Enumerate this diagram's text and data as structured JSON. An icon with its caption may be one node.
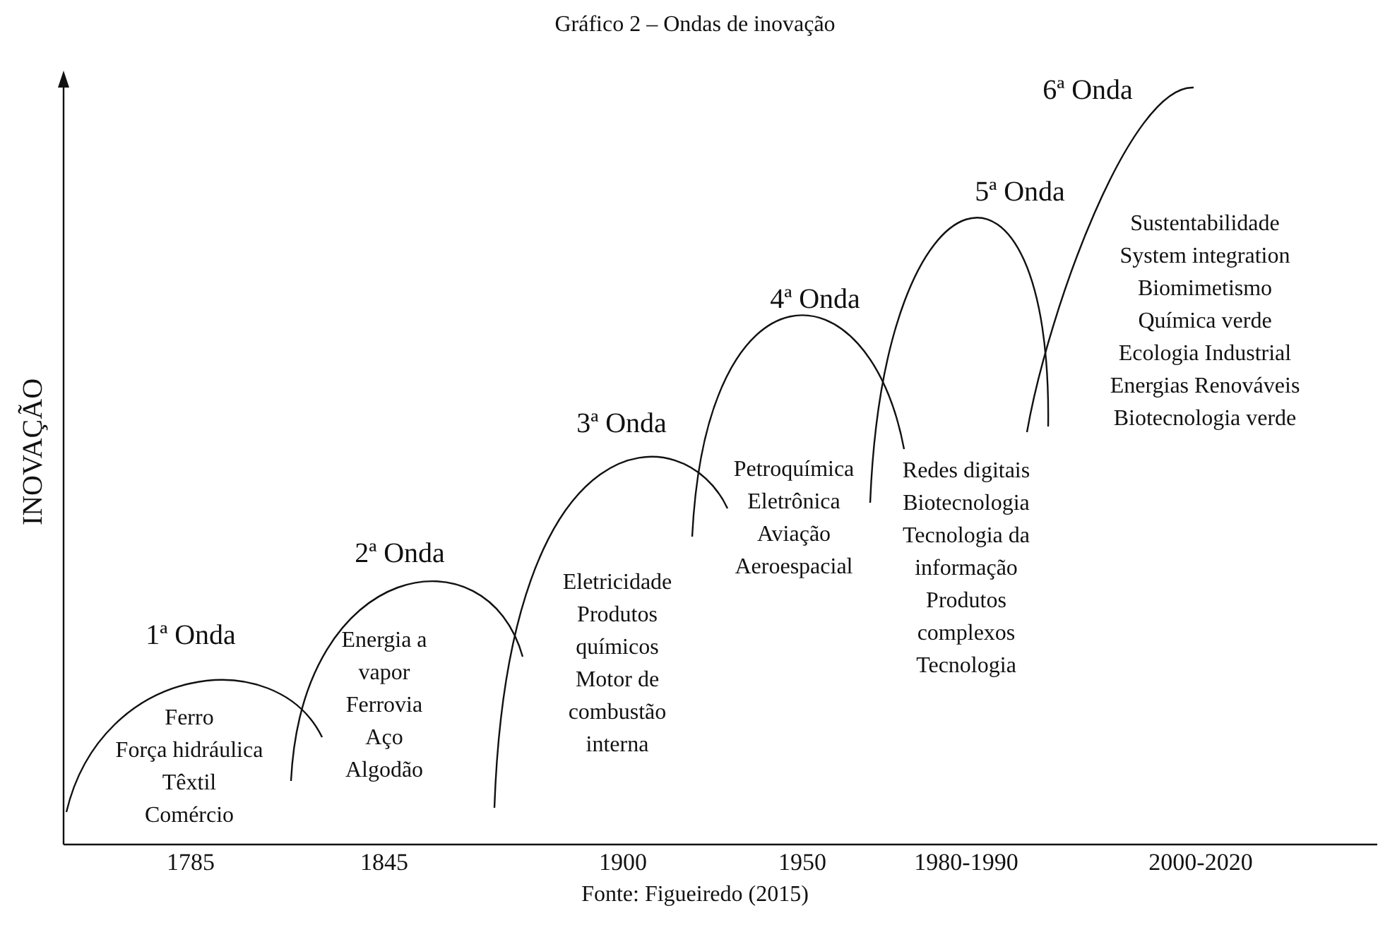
{
  "diagram": {
    "title": "Gráfico 2 – Ondas de inovação",
    "caption": "Fonte: Figueiredo (2015)",
    "labels": [
      "INOVAÇÃO",
      "1ª Onda",
      "Ferro",
      "Força hidráulica",
      "Têxtil",
      "Comércio",
      "2ª Onda",
      "Energia a vapor",
      "Ferrovia",
      "Aço",
      "Algodão",
      "3ª Onda",
      "Eletricidade",
      "Produtos químicos",
      "Motor de combustão interna",
      "4ª Onda",
      "Petroquímica",
      "Eletrônica",
      "Aviação",
      "Aeroespacial",
      "5ª Onda",
      "Redes digitais",
      "Biotecnologia",
      "Tecnologia da informação",
      "Produtos complexos",
      "Tecnologia",
      "6ª Onda",
      "Sustentabilidade",
      "System integration",
      "Biomimetismo",
      "Química verde",
      "Ecologia Industrial",
      "Energias Renováveis",
      "Biotecnologia verde",
      "1785",
      "1845",
      "1900",
      "1950",
      "1980-1990",
      "2000-2020"
    ]
  }
}
